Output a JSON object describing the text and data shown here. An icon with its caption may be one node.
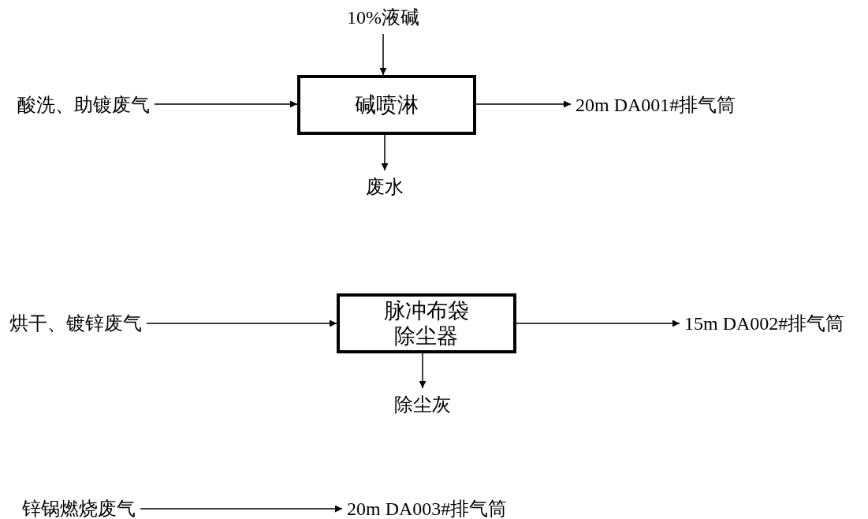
{
  "diagram": {
    "nodes": [
      {
        "text": [
          "10%液碱"
        ]
      },
      {
        "text": [
          "酸洗、助镀废气"
        ]
      },
      {
        "text": [
          "碱喷淋"
        ]
      },
      {
        "text": [
          "20m DA001#排气筒"
        ]
      },
      {
        "text": [
          "废水"
        ]
      },
      {
        "text": [
          "烘干、镀锌废气"
        ]
      },
      {
        "text": [
          "脉冲布袋除尘器"
        ]
      },
      {
        "text": [
          "15m DA002#排气筒"
        ]
      },
      {
        "text": [
          "除尘灰"
        ]
      },
      {
        "text": [
          "锌锅燃烧废气"
        ]
      },
      {
        "text": [
          "20m DA003#排气筒"
        ]
      }
    ],
    "edges": [
      {
        "from": 0,
        "to": 2,
        "arrow": "to"
      },
      {
        "from": 1,
        "to": 2,
        "arrow": "to"
      },
      {
        "from": 2,
        "to": 3,
        "arrow": "to"
      },
      {
        "from": 2,
        "to": 4,
        "arrow": "to"
      },
      {
        "from": 5,
        "to": 6,
        "arrow": "to"
      },
      {
        "from": 6,
        "to": 7,
        "arrow": "to"
      },
      {
        "from": 6,
        "to": 8,
        "arrow": "to"
      },
      {
        "from": 9,
        "to": 10,
        "arrow": "to"
      }
    ]
  }
}
